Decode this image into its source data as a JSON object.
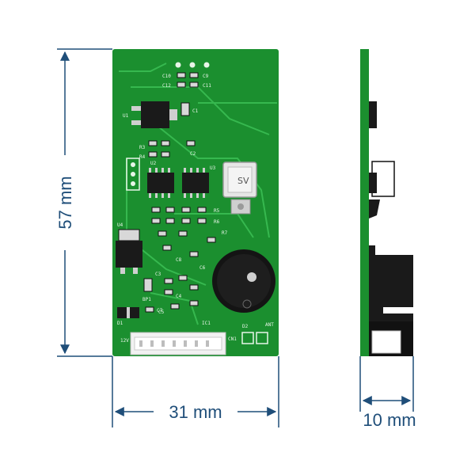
{
  "dimensions": {
    "height_label": "57 mm",
    "width_label": "31 mm",
    "depth_label": "10 mm"
  },
  "board": {
    "silkscreen": [
      "C10",
      "C12",
      "C9",
      "C11",
      "C1",
      "C2",
      "U1",
      "R3",
      "R4",
      "U2",
      "U3",
      "U4",
      "R5",
      "R6",
      "R7",
      "C3",
      "C4",
      "C5",
      "C6",
      "C7",
      "C8",
      "IC1",
      "D1",
      "D2",
      "BP1",
      "12V",
      "CN1",
      "ANT"
    ],
    "module_marking": "SV",
    "colors": {
      "pcb": "#1b8f2f",
      "pcb_dark": "#136e23",
      "trace": "#2fb248",
      "dimension": "#1f4e79",
      "component": "#1a1a1a",
      "connector": "#f2f2f2"
    }
  }
}
